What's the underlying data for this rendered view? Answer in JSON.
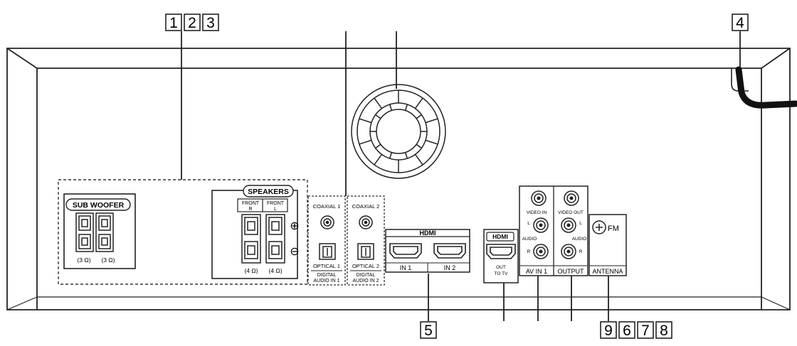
{
  "callouts": {
    "top": [
      "1",
      "2",
      "3",
      "4"
    ],
    "bottom": [
      "5",
      "9",
      "6",
      "7",
      "8"
    ]
  },
  "subwoofer": {
    "title": "SUB WOOFER",
    "impedance": [
      "(3 Ω)",
      "(3 Ω)"
    ]
  },
  "speakers": {
    "title": "SPEAKERS",
    "front_right": [
      "FRONT",
      "R"
    ],
    "front_left": [
      "FRONT",
      "L"
    ],
    "impedance": [
      "(4 Ω)",
      "(4 Ω)"
    ],
    "plus_symbol": "⊕",
    "minus_symbol": "⊖"
  },
  "digital_audio_1": {
    "coaxial": "COAXIAL 1",
    "optical": "OPTICAL 1",
    "section": [
      "DIGITAL",
      "AUDIO IN 1"
    ]
  },
  "digital_audio_2": {
    "coaxial": "COAXIAL 2",
    "optical": "OPTICAL 2",
    "section": [
      "DIGITAL",
      "AUDIO IN 2"
    ]
  },
  "hdmi_in": {
    "title": "HDMI",
    "port1": "IN 1",
    "port2": "IN 2"
  },
  "hdmi_out": {
    "title": "HDMI",
    "sub": [
      "OUT",
      "TO TV"
    ]
  },
  "av_in": {
    "video": "VIDEO IN",
    "l": "L",
    "audio": "AUDIO",
    "r": "R",
    "section": "AV IN 1"
  },
  "output": {
    "video": "VIDEO OUT",
    "l": "L",
    "audio": "AUDIO",
    "r": "R",
    "section": "OUTPUT"
  },
  "antenna": {
    "fm": "FM",
    "section": "ANTENNA"
  }
}
